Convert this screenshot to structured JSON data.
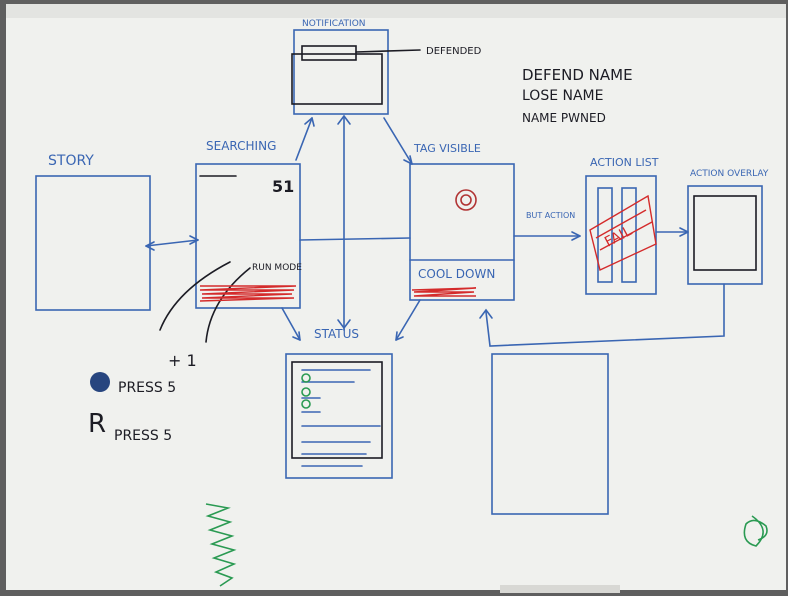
{
  "board": {
    "story": "STORY",
    "searching": "SEARCHING",
    "notification": "NOTIFICATION",
    "tag_visible": "TAG VISIBLE",
    "action_list": "ACTION LIST",
    "action_overlay": "ACTION OVERLAY",
    "status": "STATUS",
    "cooldown": "COOL DOWN",
    "but_action": "BUT ACTION",
    "defended": "DEFENDED",
    "notes": [
      "DEFEND NAME",
      "LOSE NAME",
      "NAME PWNED"
    ],
    "search_counter": "51",
    "run_mode": "RUN MODE",
    "plus_one": "+ 1",
    "press_o": "PRESS 5",
    "press_r": "PRESS 5",
    "r_glyph": "R",
    "fail_text": "FAIL"
  },
  "colors": {
    "board": "#f1f2f0",
    "blue_marker": "#2f5fae",
    "black_marker": "#1b1b22",
    "red_marker": "#d42b2b",
    "green_marker": "#2a9a52"
  }
}
